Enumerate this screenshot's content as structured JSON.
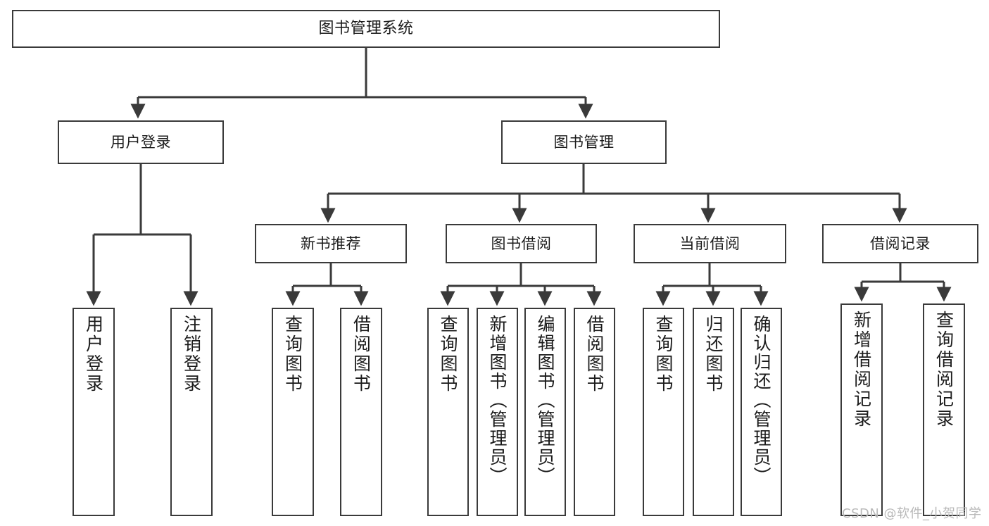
{
  "diagram": {
    "type": "tree-hierarchy",
    "title": "图书管理系统",
    "watermark": "CSDN @软件_小贺同学",
    "colors": {
      "box_border": "#3a3a3a",
      "box_fill": "#ffffff",
      "connector": "#3a3a3a",
      "text": "#1b1b1b",
      "watermark": "#b9b9b9",
      "background": "#ffffff"
    },
    "root": {
      "label": "图书管理系统"
    },
    "level2": [
      {
        "label": "用户登录"
      },
      {
        "label": "图书管理"
      }
    ],
    "level3": [
      {
        "label": "新书推荐"
      },
      {
        "label": "图书借阅"
      },
      {
        "label": "当前借阅"
      },
      {
        "label": "借阅记录"
      }
    ],
    "leaves": {
      "user_login": [
        {
          "label": "用户登录"
        },
        {
          "label": "注销登录"
        }
      ],
      "new_book_recommend": [
        {
          "label": "查询图书"
        },
        {
          "label": "借阅图书"
        }
      ],
      "book_borrow": [
        {
          "label": "查询图书"
        },
        {
          "label": "新增图书（管理员）"
        },
        {
          "label": "编辑图书（管理员）"
        },
        {
          "label": "借阅图书"
        }
      ],
      "current_borrow": [
        {
          "label": "查询图书"
        },
        {
          "label": "归还图书"
        },
        {
          "label": "确认归还（管理员）"
        }
      ],
      "borrow_record": [
        {
          "label": "新增借阅记录"
        },
        {
          "label": "查询借阅记录"
        }
      ]
    }
  }
}
